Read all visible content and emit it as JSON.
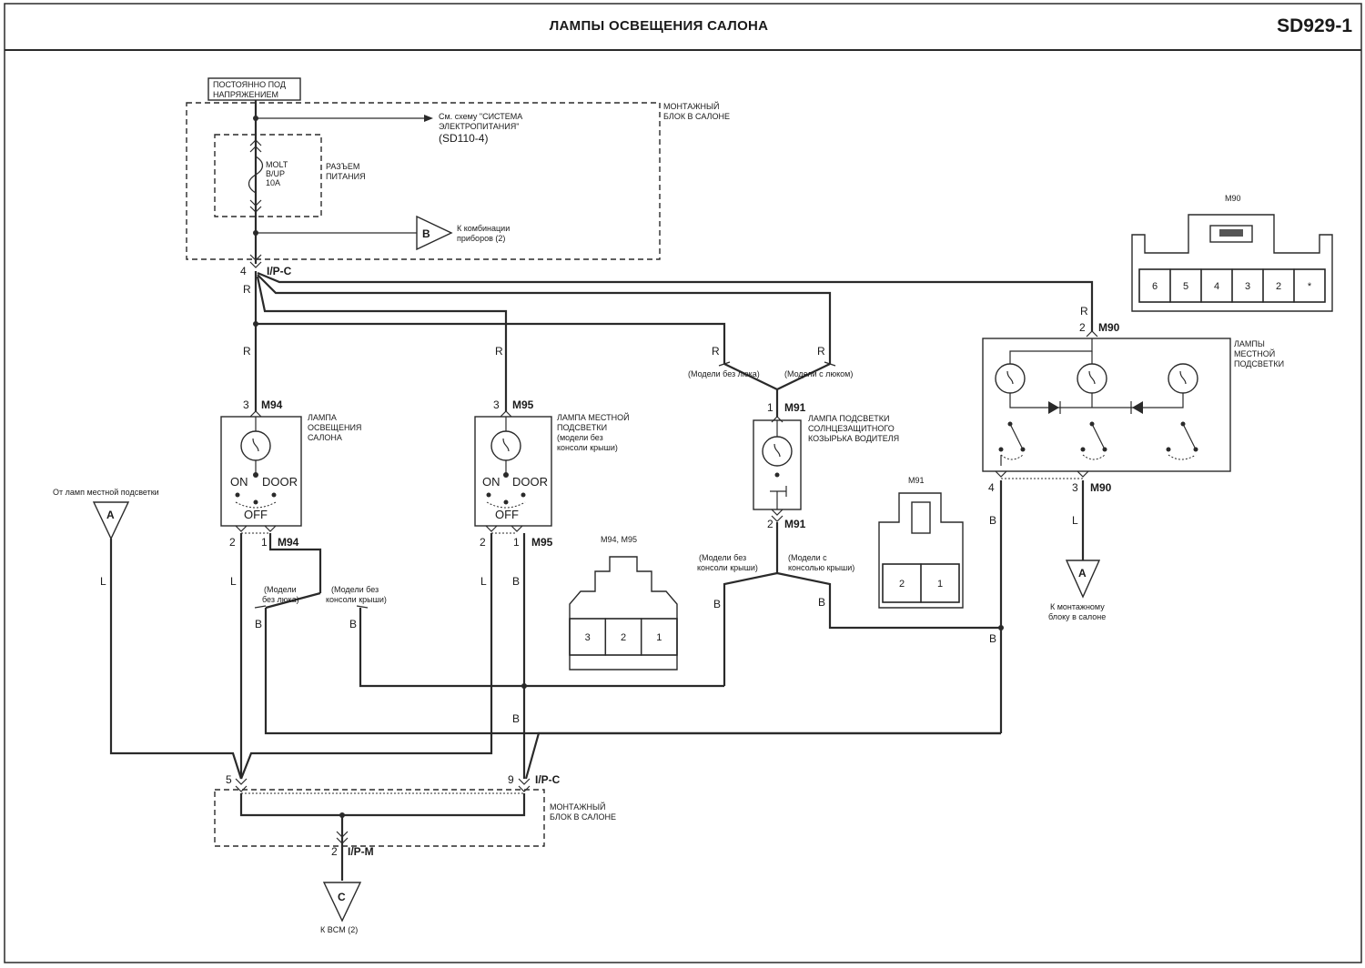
{
  "header": {
    "title": "ЛАМПЫ ОСВЕЩЕНИЯ САЛОНА",
    "code": "SD929-1"
  },
  "power": {
    "label_line1": "ПОСТОЯННО ПОД",
    "label_line2": "НАПРЯЖЕНИЕМ",
    "junction_line1": "МОНТАЖНЫЙ",
    "junction_line2": "БЛОК В САЛОНЕ",
    "ref_line1": "См. схему \"СИСТЕМА",
    "ref_line2": "ЭЛЕКТРОПИТАНИЯ\"",
    "ref_line3": "(SD110-4)",
    "fuse_line1": "MOLT",
    "fuse_line2": "B/UP",
    "fuse_line3": "10A",
    "connector_line1": "РАЗЪЕМ",
    "connector_line2": "ПИТАНИЯ",
    "b_letter": "B",
    "b_text_line1": "К комбинации",
    "b_text_line2": "приборов (2)",
    "pin": "4",
    "connector": "I/P-C"
  },
  "wire_colors": {
    "r": "R",
    "l": "L",
    "b": "B"
  },
  "lamp_m94": {
    "pin_top": "3",
    "connector": "M94",
    "label_line1": "ЛАМПА",
    "label_line2": "ОСВЕЩЕНИЯ",
    "label_line3": "САЛОНА",
    "on": "ON",
    "door": "DOOR",
    "off": "OFF",
    "pin_left": "2",
    "pin_right": "1",
    "connector_bottom": "M94"
  },
  "lamp_m95": {
    "pin_top": "3",
    "connector": "M95",
    "label_line1": "ЛАМПА МЕСТНОЙ",
    "label_line2": "ПОДСВЕТКИ",
    "label_line3": "(модели без",
    "label_line4": "консоли крыши)",
    "on": "ON",
    "door": "DOOR",
    "off": "OFF",
    "pin_left": "2",
    "pin_right": "1",
    "connector_bottom": "M95"
  },
  "lamp_m91": {
    "pin_top": "1",
    "connector": "M91",
    "label_line1": "ЛАМПА ПОДСВЕТКИ",
    "label_line2": "СОЛНЦЕЗАЩИТНОГО",
    "label_line3": "КОЗЫРЬКА ВОДИТЕЛЯ",
    "pin_bottom": "2",
    "connector_bottom": "M91",
    "option_no_sunroof": "(Модели без люка)",
    "option_sunroof": "(Модели с люком)",
    "option_no_console_1": "(Модели без",
    "option_no_console_2": "консоли крыши)",
    "option_console_1": "(Модели с",
    "option_console_2": "консолью крыши)"
  },
  "lamp_m90": {
    "pin_top": "2",
    "connector": "M90",
    "label_line1": "ЛАМПЫ",
    "label_line2": "МЕСТНОЙ",
    "label_line3": "ПОДСВЕТКИ",
    "pin_left": "4",
    "pin_right": "3",
    "connector_bottom": "M90"
  },
  "m94_options": {
    "opt1_line1": "(Модели",
    "opt1_line2": "без люка)",
    "opt2_line1": "(Модели без",
    "opt2_line2": "консоли крыши)"
  },
  "left_ref": {
    "text": "От ламп местной подсветки",
    "letter": "A"
  },
  "right_ref": {
    "letter": "A",
    "text_line1": "К монтажному",
    "text_line2": "блоку в салоне"
  },
  "bottom_block": {
    "pin_left": "5",
    "pin_right": "9",
    "connector": "I/P-C",
    "label_line1": "МОНТАЖНЫЙ",
    "label_line2": "БЛОК В САЛОНЕ",
    "pin_bottom": "2",
    "connector_bottom": "I/P-M",
    "c_letter": "C",
    "c_text": "К BCM (2)"
  },
  "views": {
    "m90": {
      "title": "M90",
      "pins": [
        "6",
        "5",
        "4",
        "3",
        "2",
        "*"
      ]
    },
    "m94_m95": {
      "title": "M94, M95",
      "pins": [
        "3",
        "2",
        "1"
      ]
    },
    "m91": {
      "title": "M91",
      "pins": [
        "2",
        "1"
      ]
    }
  }
}
